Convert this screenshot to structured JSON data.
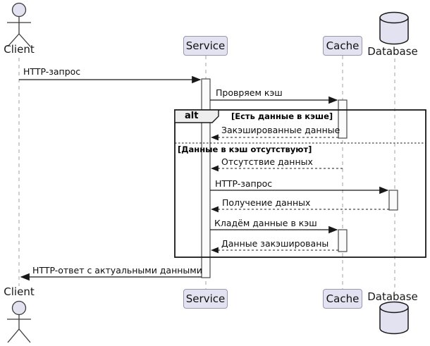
{
  "diagram": {
    "type": "uml-sequence",
    "participants": [
      {
        "id": "client",
        "label": "Client",
        "kind": "actor"
      },
      {
        "id": "service",
        "label": "Service",
        "kind": "participant"
      },
      {
        "id": "cache",
        "label": "Cache",
        "kind": "participant"
      },
      {
        "id": "database",
        "label": "Database",
        "kind": "database"
      }
    ],
    "messages": [
      {
        "from": "client",
        "to": "service",
        "label": "HTTP-запрос",
        "style": "solid"
      },
      {
        "from": "service",
        "to": "cache",
        "label": "Провряем кэш",
        "style": "solid"
      },
      {
        "from": "cache",
        "to": "service",
        "label": "Закэшированные данные",
        "style": "dashed"
      },
      {
        "from": "cache",
        "to": "service",
        "label": "Отсутствие данных",
        "style": "dashed"
      },
      {
        "from": "service",
        "to": "database",
        "label": "HTTP-запрос",
        "style": "solid"
      },
      {
        "from": "database",
        "to": "service",
        "label": "Получение данных",
        "style": "dashed"
      },
      {
        "from": "service",
        "to": "cache",
        "label": "Кладём данные в кэш",
        "style": "solid"
      },
      {
        "from": "cache",
        "to": "service",
        "label": "Данные закэшированы",
        "style": "dashed"
      },
      {
        "from": "service",
        "to": "client",
        "label": "HTTP-ответ с актуальными данными",
        "style": "solid"
      }
    ],
    "alt_fragment": {
      "operator": "alt",
      "condition_1": "[Есть данные в кэше]",
      "condition_2": "[Данные в кэш отсутствуют]"
    },
    "colors": {
      "participant_fill": "#E2E2F0",
      "participant_border": "#9898B0",
      "frame_border": "#181818",
      "frame_header_fill": "#EEEEEE",
      "lifeline": "#A0A0A0",
      "arrow": "#181818",
      "background": "#FFFFFF"
    }
  }
}
